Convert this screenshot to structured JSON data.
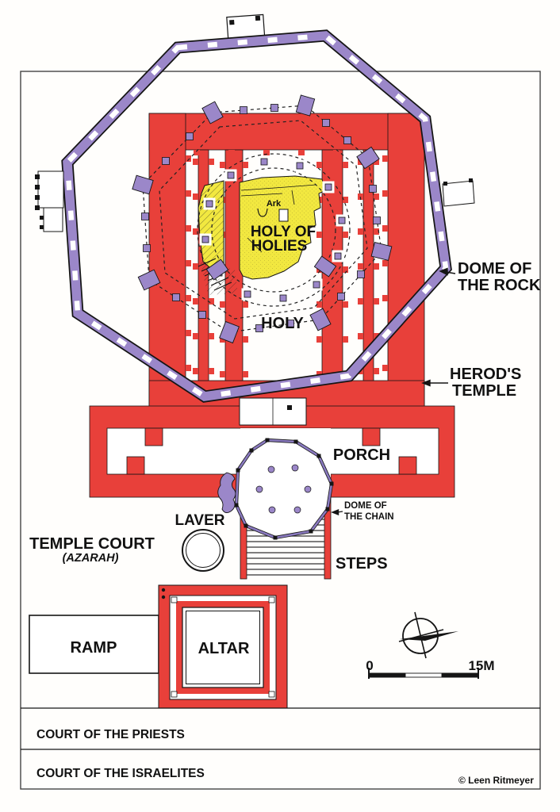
{
  "colors": {
    "red": "#e8403a",
    "purple": "#9b87c9",
    "purple_dark": "#7a68b4",
    "yellow": "#f2e840",
    "ink": "#111111"
  },
  "map": {
    "labels": {
      "ark": "Ark",
      "holy_of_holies_line1": "HOLY OF",
      "holy_of_holies_line2": "HOLIES",
      "holy": "HOLY",
      "porch": "PORCH",
      "steps": "STEPS",
      "laver": "LAVER",
      "temple_court": "TEMPLE COURT",
      "azarah": "(AZARAH)",
      "ramp": "RAMP",
      "altar": "ALTAR",
      "dome_of_rock_line1": "DOME OF",
      "dome_of_rock_line2": "THE ROCK",
      "herods_temple_line1": "HEROD'S",
      "herods_temple_line2": "TEMPLE",
      "dome_of_chain_line1": "DOME OF",
      "dome_of_chain_line2": "THE CHAIN"
    },
    "scale_bar": {
      "start": "0",
      "end": "15M"
    },
    "bands": [
      {
        "label": "COURT OF THE PRIESTS"
      },
      {
        "label": "COURT OF THE ISRAELITES"
      }
    ],
    "credit": "© Leen Ritmeyer"
  }
}
